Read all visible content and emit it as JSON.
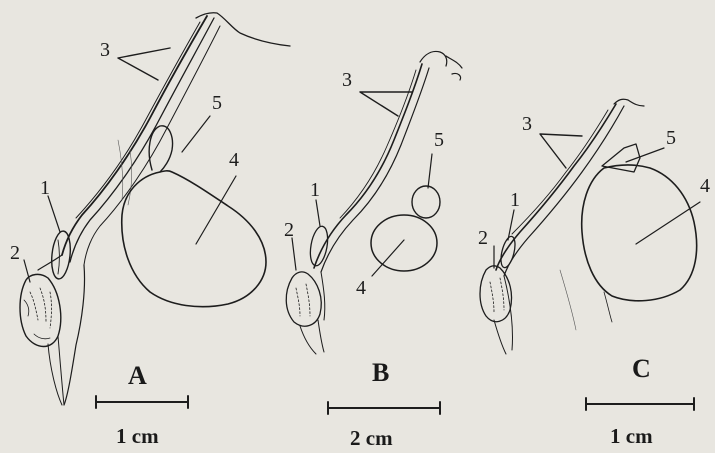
{
  "panels": [
    {
      "letter": "A",
      "scale": "1 cm",
      "labels": [
        "1",
        "2",
        "3",
        "4",
        "5"
      ]
    },
    {
      "letter": "B",
      "scale": "2 cm",
      "labels": [
        "1",
        "2",
        "3",
        "4",
        "5"
      ]
    },
    {
      "letter": "C",
      "scale": "1 cm",
      "labels": [
        "1",
        "2",
        "3",
        "4",
        "5"
      ]
    }
  ],
  "colors": {
    "ink": "#1d1d1d",
    "paper": "#e8e6e0"
  }
}
